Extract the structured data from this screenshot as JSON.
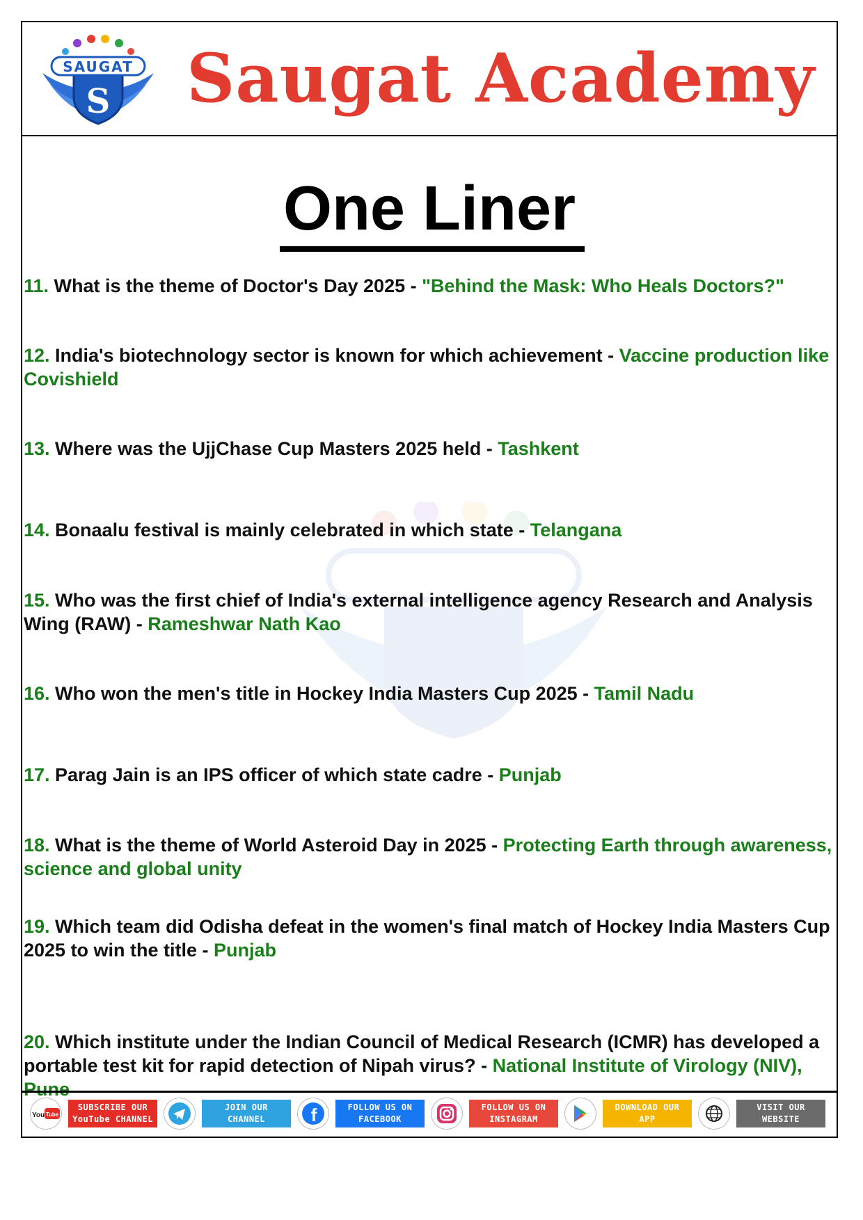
{
  "header": {
    "brand": "Saugat Academy",
    "logo_text": "SAUGAT"
  },
  "title": "One Liner",
  "questions": [
    {
      "num": "11.",
      "text": " What is the theme of Doctor's Day 2025 - ",
      "answer": "\"Behind the Mask: Who Heals Doctors?\""
    },
    {
      "num": "12.",
      "text": " India's biotechnology sector is known for which achievement - ",
      "answer": "Vaccine production like Covishield"
    },
    {
      "num": "13.",
      "text": " Where was the UjjChase Cup Masters 2025 held - ",
      "answer": "Tashkent"
    },
    {
      "num": "14.",
      "text": " Bonaalu festival is mainly celebrated in which state - ",
      "answer": "Telangana"
    },
    {
      "num": "15.",
      "text": " Who was the first chief of India's external intelligence agency Research and Analysis Wing (RAW) - ",
      "answer": "Rameshwar Nath Kao"
    },
    {
      "num": "16.",
      "text": " Who won the men's title in Hockey India Masters Cup 2025 - ",
      "answer": "Tamil Nadu"
    },
    {
      "num": "17.",
      "text": " Parag Jain is an IPS officer of which state cadre - ",
      "answer": "Punjab"
    },
    {
      "num": "18.",
      "text": " What is the theme of World Asteroid Day in 2025 - ",
      "answer": "Protecting Earth through awareness, science and global unity"
    },
    {
      "num": "19.",
      "text": " Which team did Odisha defeat in the women's final match of Hockey India Masters Cup 2025 to win the title - ",
      "answer": "Punjab"
    },
    {
      "num": "20.",
      "text": " Which institute under the Indian Council of Medical Research (ICMR) has developed a portable test kit for rapid detection of Nipah virus? - ",
      "answer": "National Institute of Virology (NIV), Pune"
    }
  ],
  "footer": {
    "items": [
      {
        "icon": "youtube-icon",
        "label": "SUBSCRIBE OUR\nYouTube CHANNEL",
        "color": "#e52d27",
        "icon_text": "YouTube"
      },
      {
        "icon": "telegram-icon",
        "label": "JOIN OUR\nCHANNEL",
        "color": "#2ea3e0"
      },
      {
        "icon": "facebook-icon",
        "label": "FOLLOW US ON\nFACEBOOK",
        "color": "#1877f2"
      },
      {
        "icon": "instagram-icon",
        "label": "FOLLOW US ON\nINSTAGRAM",
        "color": "#e8483b"
      },
      {
        "icon": "play-store-icon",
        "label": "DOWNLOAD OUR\nAPP",
        "color": "#f5b400"
      },
      {
        "icon": "globe-icon",
        "label": "VISIT OUR\nWEBSITE",
        "color": "#6b6b6b"
      }
    ]
  },
  "colors": {
    "brand_red": "#e23b2f",
    "answer_green": "#1a7f1a"
  }
}
